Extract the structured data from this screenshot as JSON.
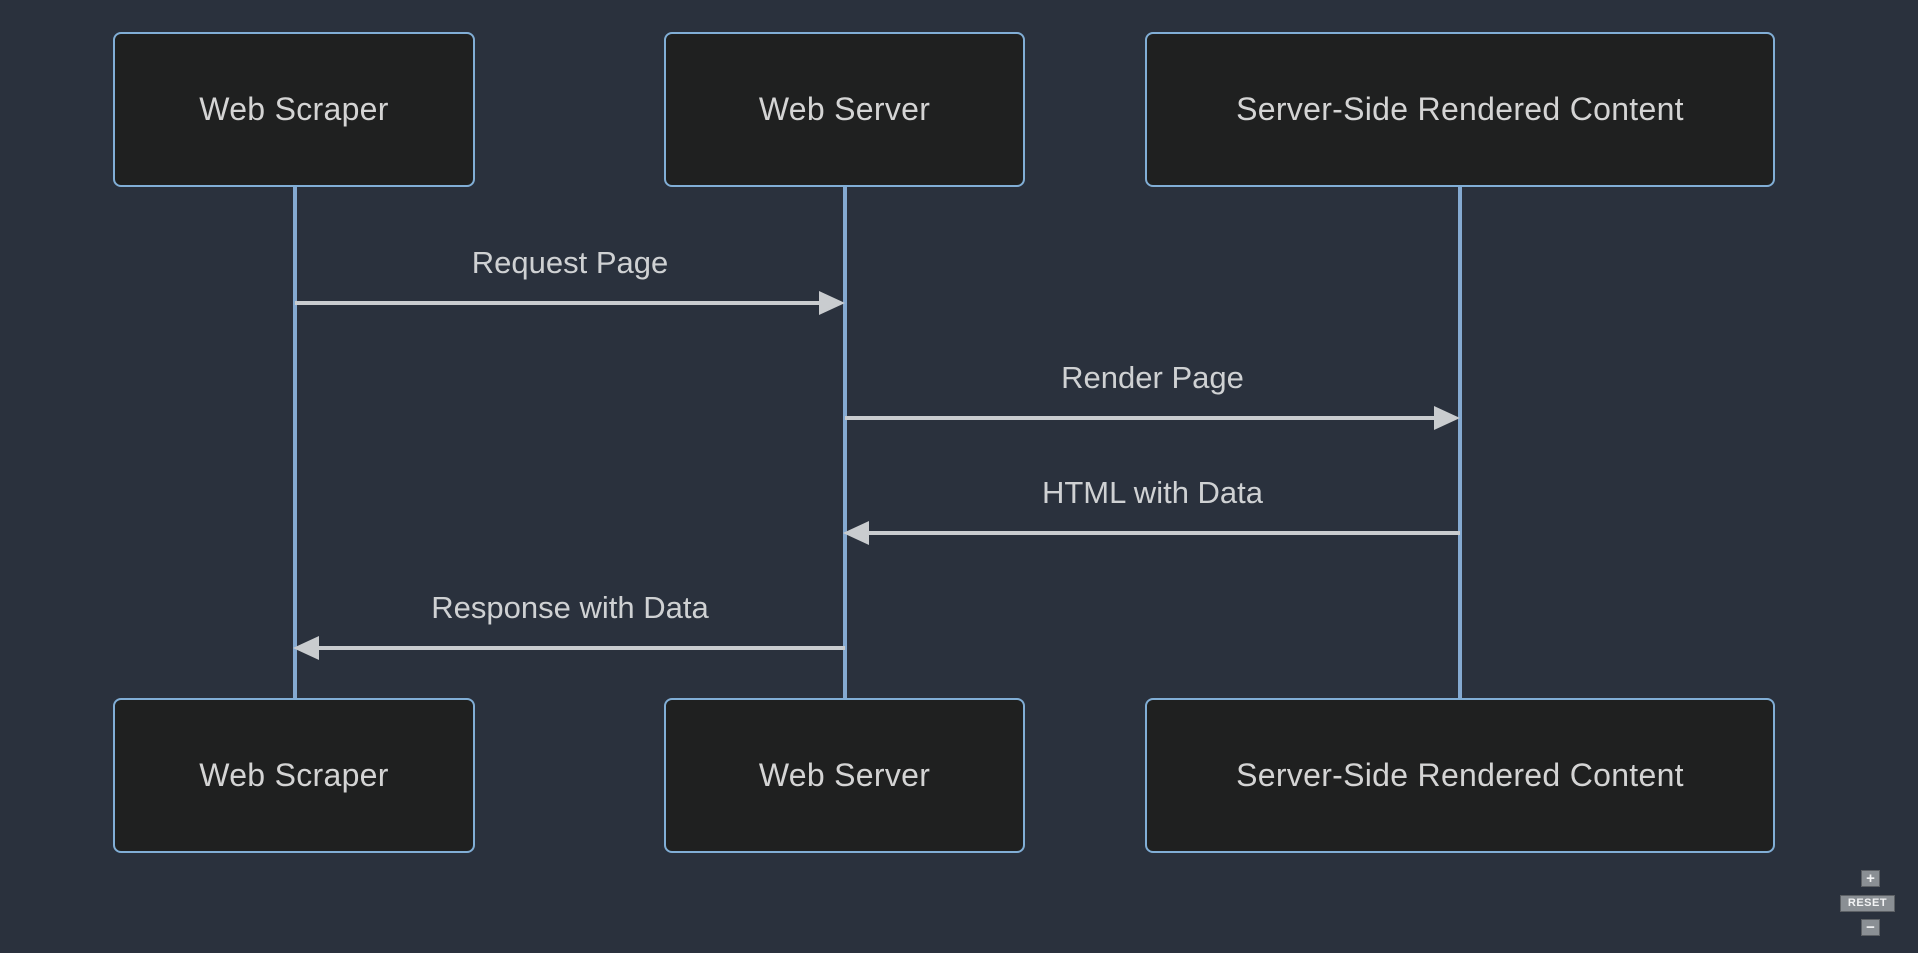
{
  "sequence_diagram": {
    "theme": "dark",
    "actors": [
      {
        "id": "web-scraper",
        "label": "Web Scraper"
      },
      {
        "id": "web-server",
        "label": "Web Server"
      },
      {
        "id": "ssr-content",
        "label": "Server-Side Rendered Content"
      }
    ],
    "messages": [
      {
        "from": "web-scraper",
        "to": "web-server",
        "label": "Request Page",
        "direction": "right"
      },
      {
        "from": "web-server",
        "to": "ssr-content",
        "label": "Render Page",
        "direction": "right"
      },
      {
        "from": "ssr-content",
        "to": "web-server",
        "label": "HTML with Data",
        "direction": "left"
      },
      {
        "from": "web-server",
        "to": "web-scraper",
        "label": "Response with Data",
        "direction": "left"
      }
    ]
  },
  "controls": {
    "zoom_in_label": "+",
    "reset_label": "RESET",
    "zoom_out_label": "−"
  },
  "colors": {
    "background": "#2a313d",
    "actor_fill": "#1f2020",
    "actor_border": "#81aed6",
    "lifeline": "#84a9d1",
    "message_line": "#c9cccf",
    "text": "#d4d4d4",
    "control_button": "#8a8f94"
  }
}
